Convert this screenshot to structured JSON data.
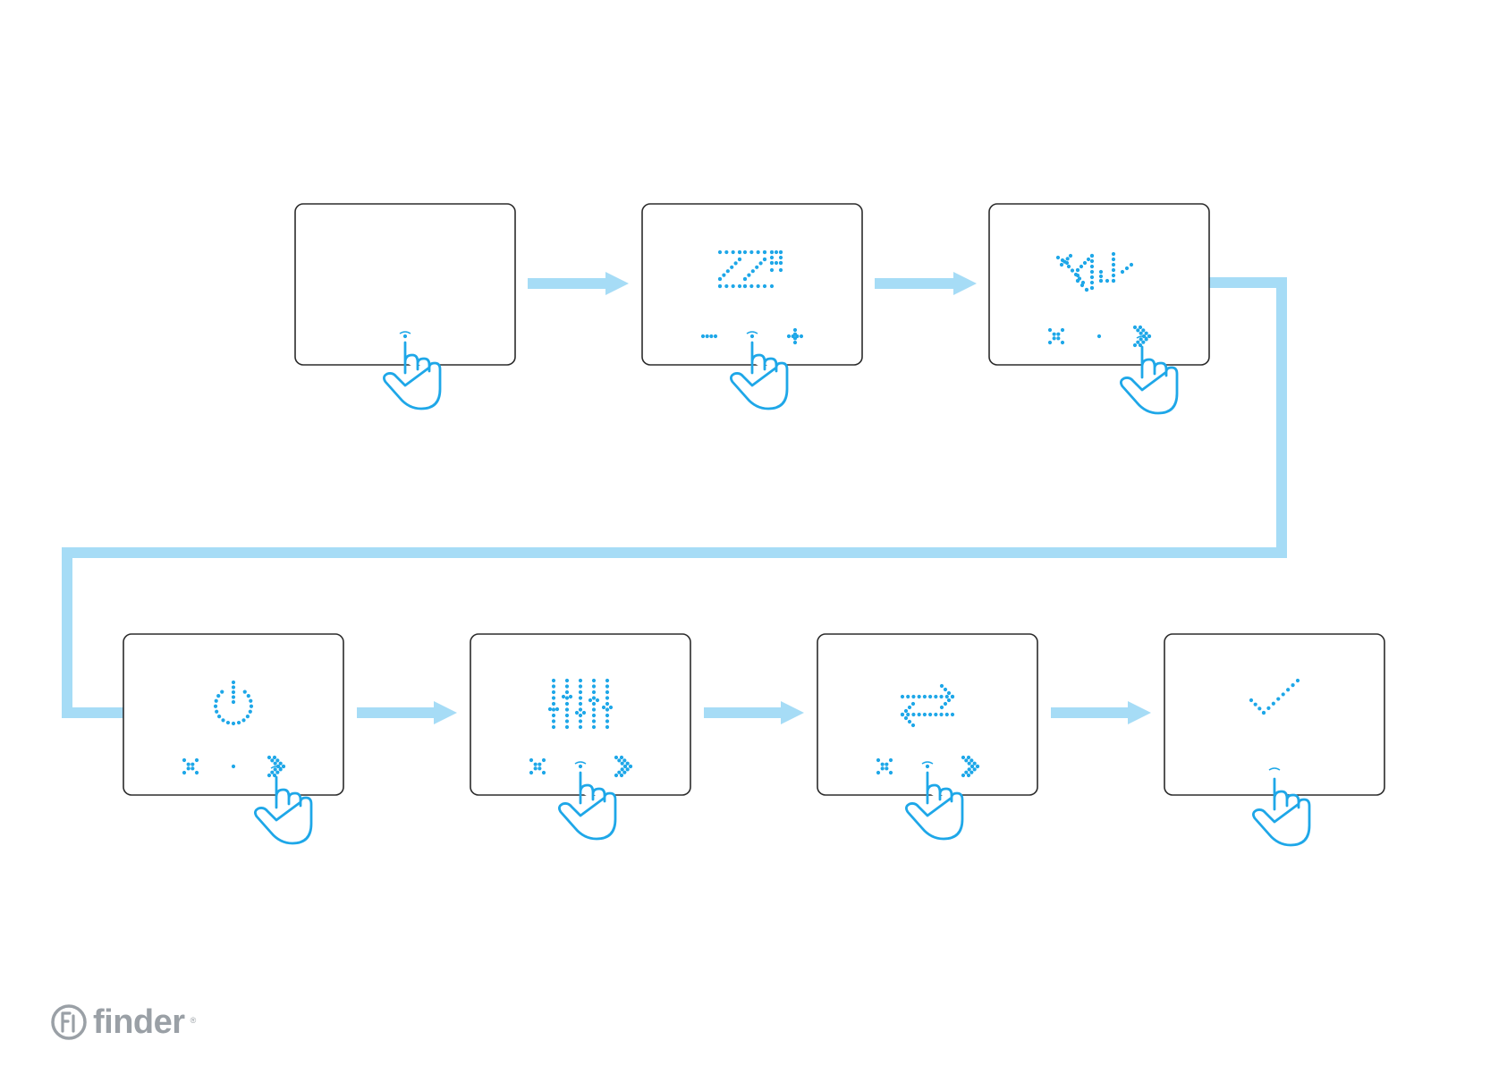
{
  "colors": {
    "flow": "#a6dcf6",
    "led": "#1ea7e8",
    "frame": "#2b2b2b",
    "hand": "#1ea7e8",
    "logo": "#9aa0a6"
  },
  "steps": [
    {
      "id": "step-1",
      "icon": "blank-display",
      "bottom_icons": [
        "dot"
      ],
      "touch": "dot"
    },
    {
      "id": "step-2",
      "icon": "temperature-22-celsius",
      "bottom_icons": [
        "minus",
        "dot",
        "plus"
      ],
      "touch": "dot"
    },
    {
      "id": "step-3",
      "icon": "settings-ladder-icon",
      "bottom_icons": [
        "close-x",
        "dot",
        "next-arrow"
      ],
      "touch": "next-arrow"
    },
    {
      "id": "step-4",
      "icon": "power-icon",
      "bottom_icons": [
        "close-x",
        "dot",
        "next-arrow"
      ],
      "touch": "next-arrow"
    },
    {
      "id": "step-5",
      "icon": "adjust-sliders-icon",
      "bottom_icons": [
        "close-x",
        "dot",
        "next-arrow"
      ],
      "touch": "dot"
    },
    {
      "id": "step-6",
      "icon": "exchange-arrows-icon",
      "bottom_icons": [
        "close-x",
        "dot",
        "next-arrow"
      ],
      "touch": "dot"
    },
    {
      "id": "step-7",
      "icon": "checkmark-icon",
      "bottom_icons": [],
      "touch": "center"
    }
  ],
  "brand": {
    "name": "finder",
    "registered": "®"
  }
}
